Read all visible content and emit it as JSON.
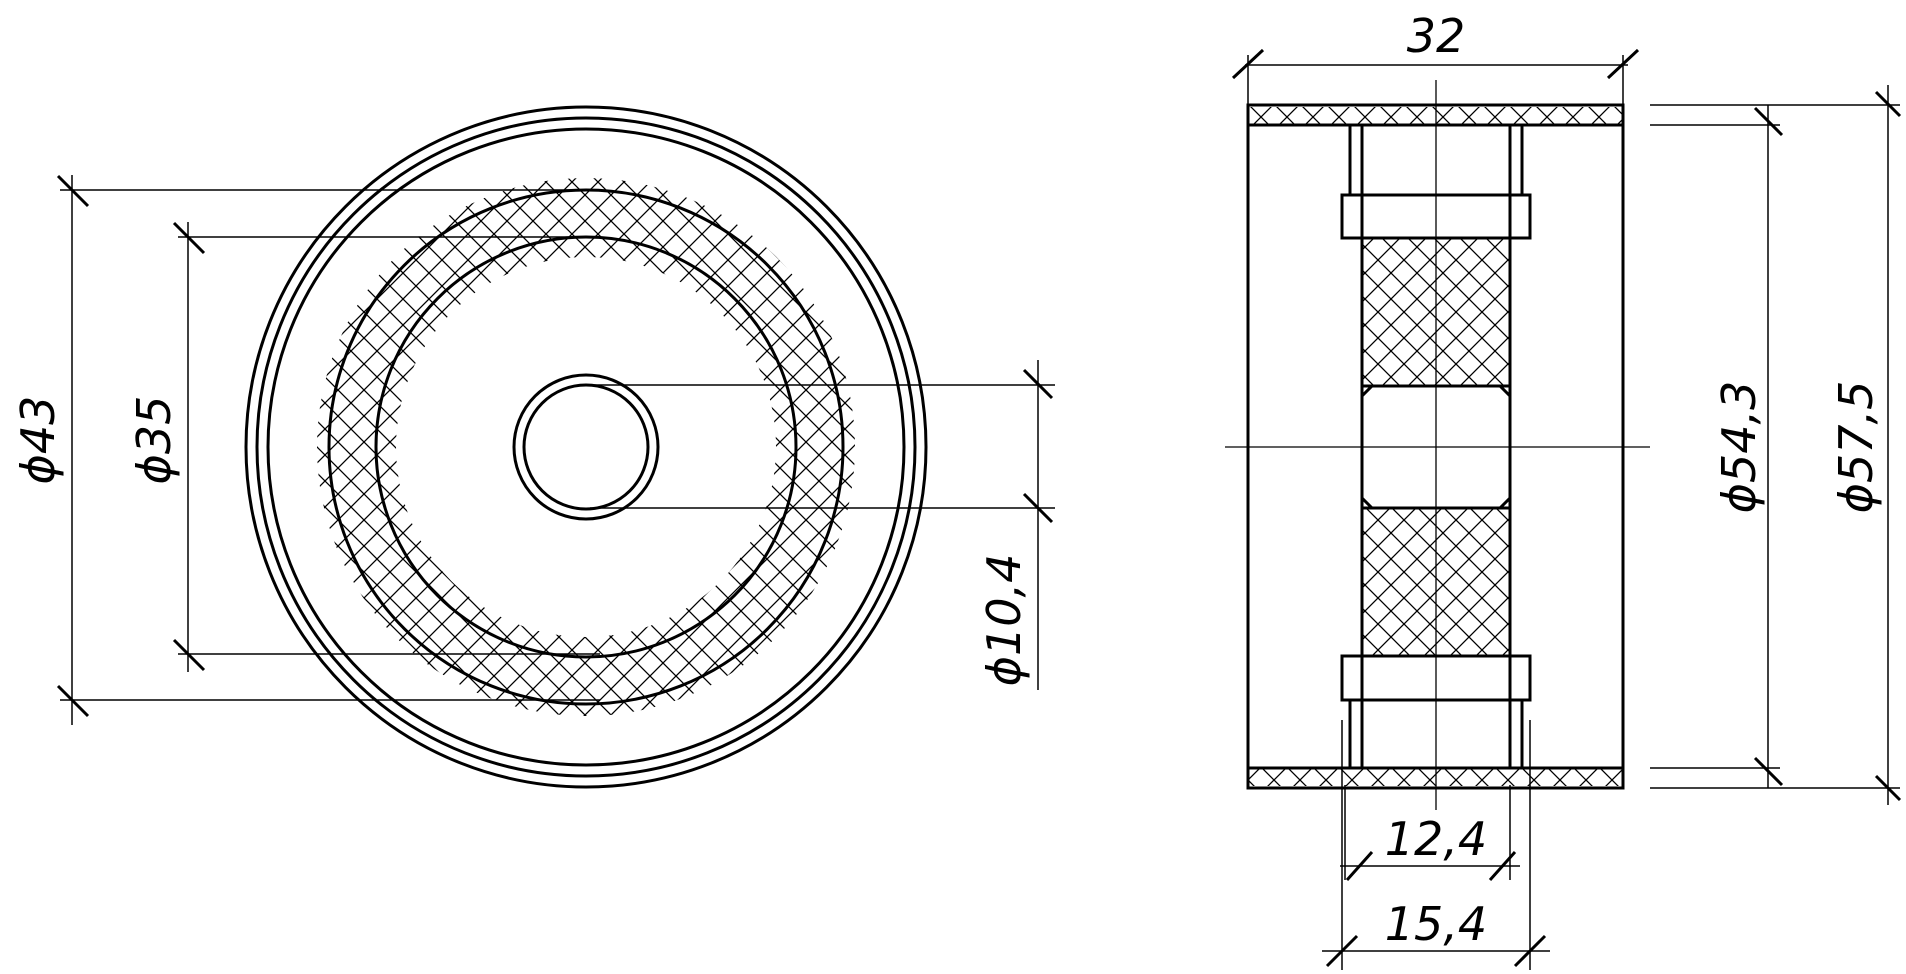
{
  "front_view": {
    "diameters": {
      "d43": "ϕ43",
      "d35": "ϕ35",
      "d10_4": "ϕ10,4"
    }
  },
  "side_view": {
    "dimensions": {
      "width_32": "32",
      "d54_3": "ϕ54,3",
      "d57_5": "ϕ57,5",
      "w12_4": "12,4",
      "w15_4": "15,4"
    }
  }
}
